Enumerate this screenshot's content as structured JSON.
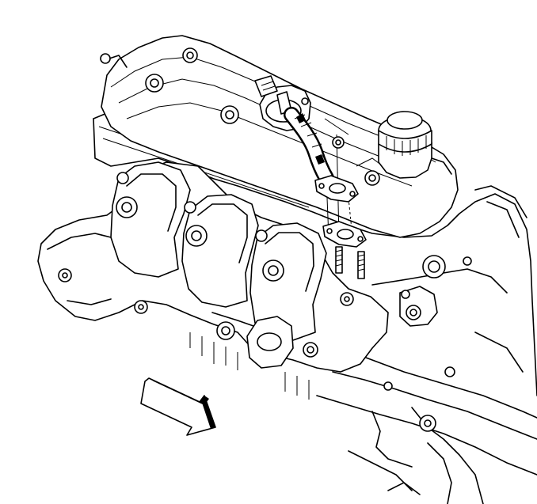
{
  "figure": {
    "background": "#ffffff",
    "line_color": "#000000",
    "components": [
      "valve-cover",
      "oil-filler-cap",
      "egr-valve",
      "egr-pipe",
      "egr-gasket",
      "exhaust-manifold",
      "engine-block",
      "direction-arrow"
    ]
  }
}
